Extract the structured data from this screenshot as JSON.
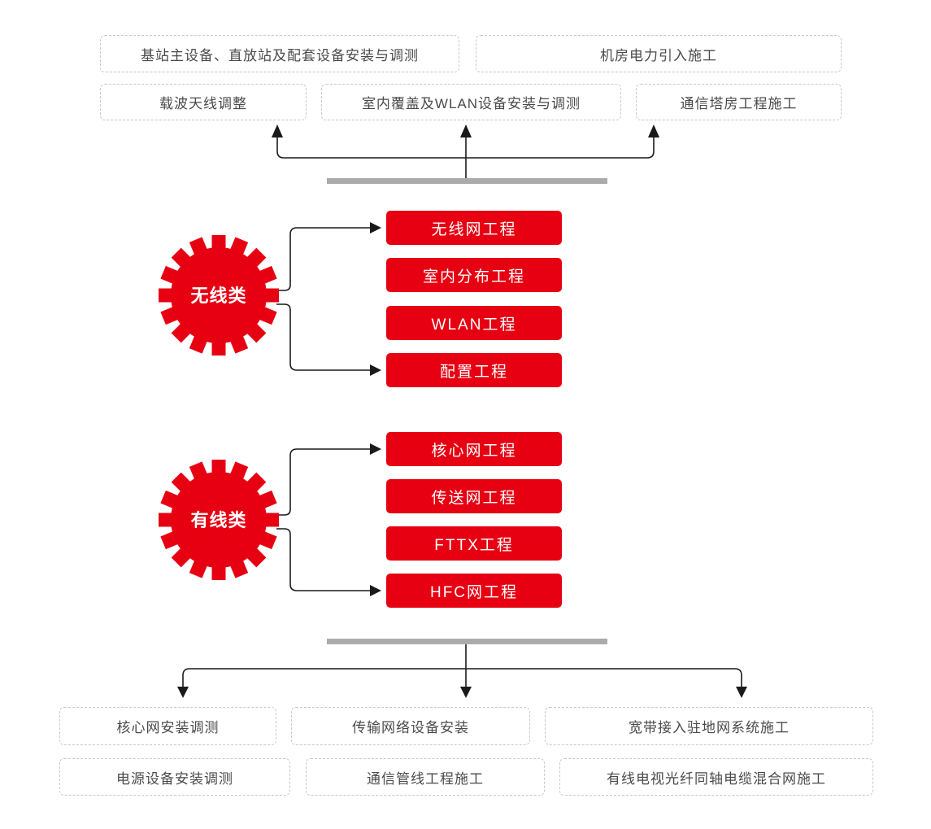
{
  "colors": {
    "red": "#e60012",
    "bar_gray": "#ababab",
    "line": "#1a1a1a",
    "dashed_border": "#c9c9c9",
    "dashed_text": "#4a4a4a",
    "item_text": "#ffffff"
  },
  "top": {
    "row1": [
      "基站主设备、直放站及配套设备安装与调测",
      "机房电力引入施工"
    ],
    "row2": [
      "载波天线调整",
      "室内覆盖及WLAN设备安装与调测",
      "通信塔房工程施工"
    ]
  },
  "groups": [
    {
      "label": "无线类",
      "items": [
        "无线网工程",
        "室内分布工程",
        "WLAN工程",
        "配置工程"
      ]
    },
    {
      "label": "有线类",
      "items": [
        "核心网工程",
        "传送网工程",
        "FTTX工程",
        "HFC网工程"
      ]
    }
  ],
  "bottom": {
    "row1": [
      "核心网安装调测",
      "传输网络设备安装",
      "宽带接入驻地网系统施工"
    ],
    "row2": [
      "电源设备安装调测",
      "通信管线工程施工",
      "有线电视光纤同轴电缆混合网施工"
    ]
  }
}
